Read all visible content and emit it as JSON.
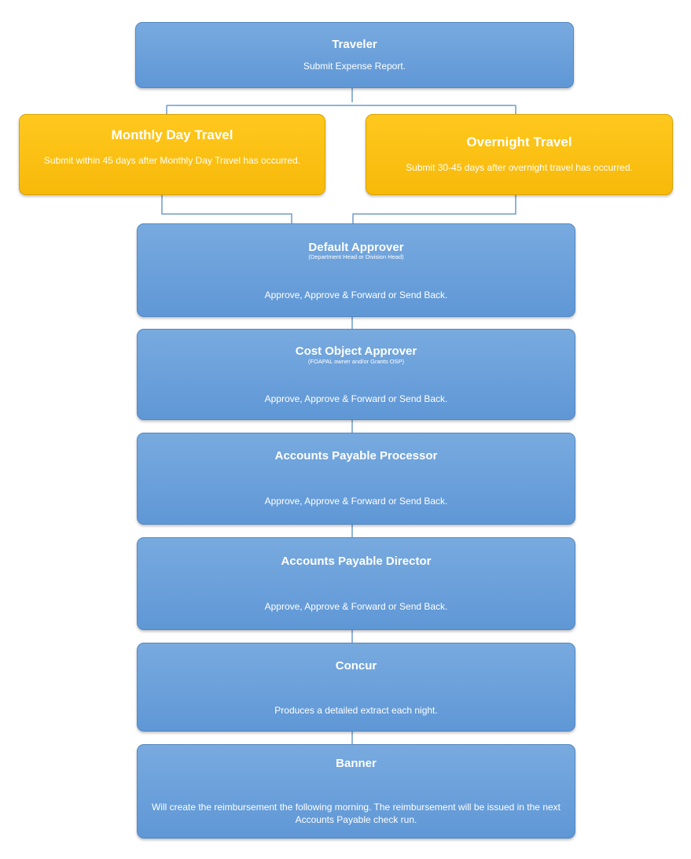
{
  "nodes": {
    "traveler": {
      "title": "Traveler",
      "desc": "Submit Expense Report."
    },
    "monthly": {
      "title": "Monthly Day Travel",
      "desc": "Submit within 45 days after Monthly Day Travel has occurred."
    },
    "overnight": {
      "title": "Overnight Travel",
      "desc": "Submit 30-45 days after overnight travel has occurred."
    },
    "default_approver": {
      "title": "Default Approver",
      "subtitle": "(Department Head or Division Head)",
      "desc": "Approve, Approve & Forward or Send Back."
    },
    "cost_object_approver": {
      "title": "Cost Object Approver",
      "subtitle": "(FOAPAL owner and/or Grants OSP)",
      "desc": "Approve, Approve & Forward or Send Back."
    },
    "ap_processor": {
      "title": "Accounts Payable Processor",
      "desc": "Approve, Approve & Forward or Send Back."
    },
    "ap_director": {
      "title": "Accounts Payable Director",
      "desc": "Approve, Approve & Forward or Send Back."
    },
    "concur": {
      "title": "Concur",
      "desc": "Produces a detailed extract each night."
    },
    "banner": {
      "title": "Banner",
      "desc": "Will create the reimbursement the following morning. The reimbursement will be issued in the next Accounts Payable check run."
    }
  },
  "colors": {
    "blue_box": "#6aa0da",
    "yellow_box": "#fbbf12",
    "connector": "#6f9bcc",
    "text": "#ffffff"
  }
}
